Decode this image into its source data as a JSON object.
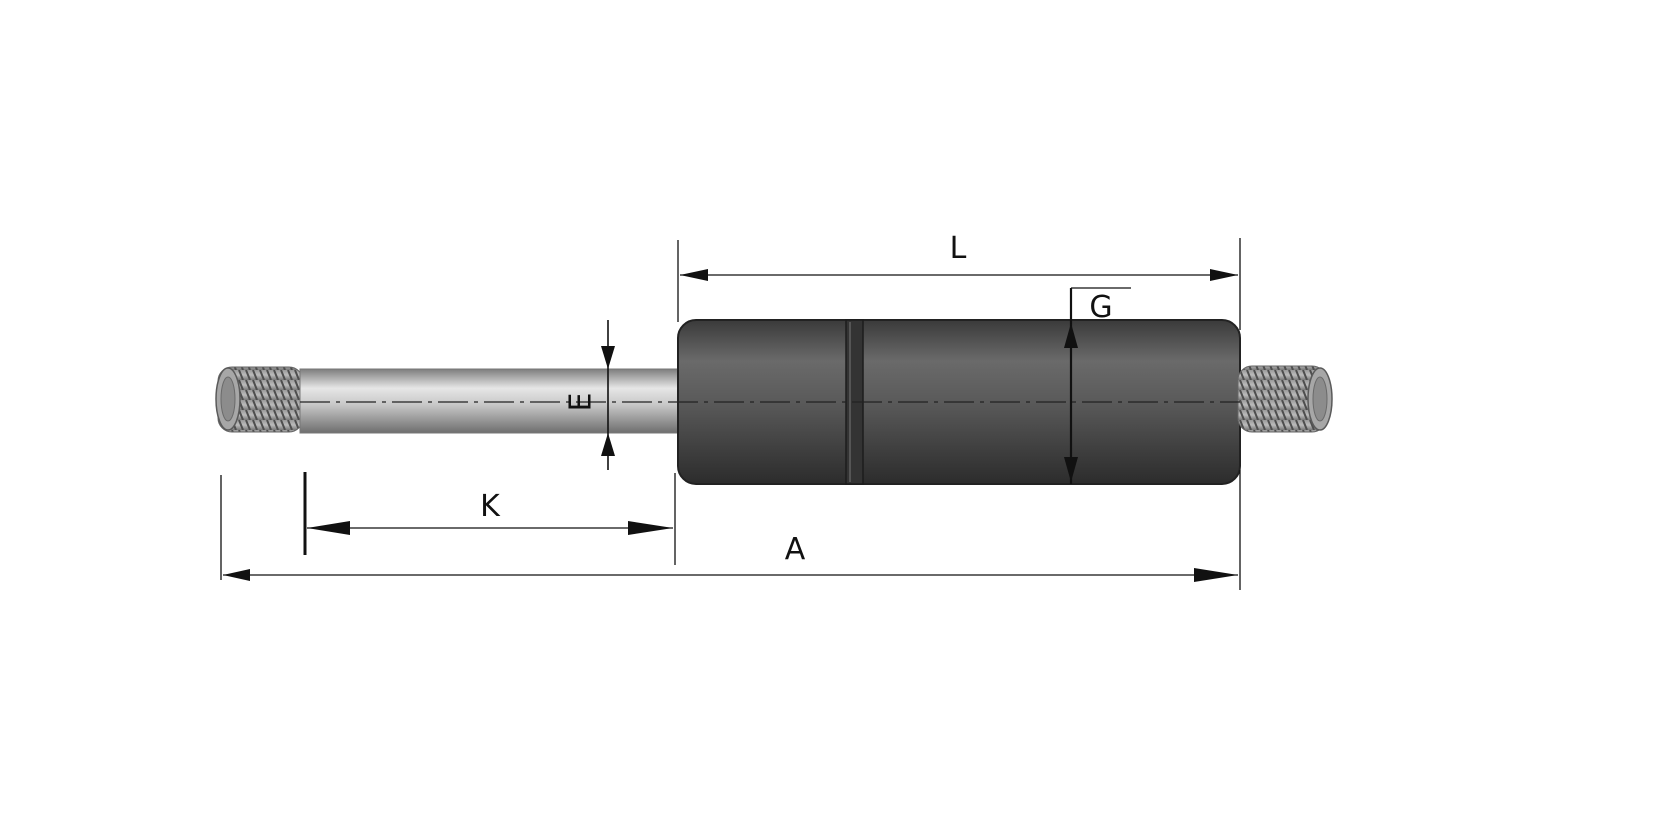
{
  "diagram": {
    "labels": {
      "L": "L",
      "G": "G",
      "E": "E",
      "K": "K",
      "A": "A"
    },
    "colors": {
      "line": "#111111",
      "body": "#4a4a4a",
      "rod": "#b9b9b9",
      "thread": "#8a8a8a"
    }
  }
}
